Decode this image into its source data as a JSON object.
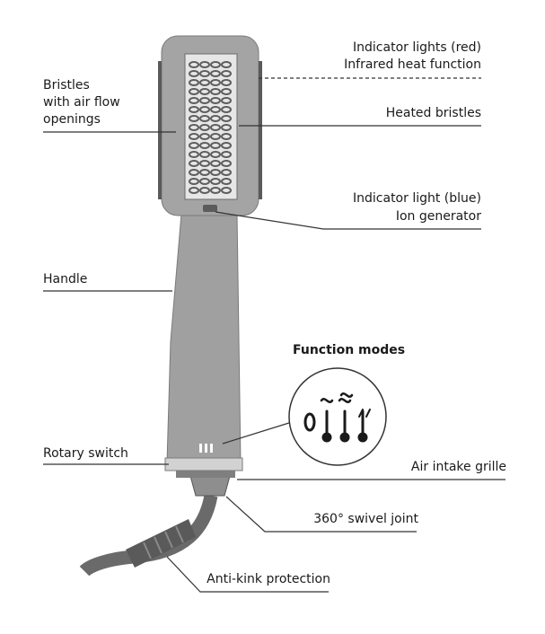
{
  "labels": {
    "indicator_red_1": "Indicator lights (red)",
    "indicator_red_2": "Infrared heat function",
    "bristles_1": "Bristles",
    "bristles_2": "with air flow",
    "bristles_3": "openings",
    "heated_bristles": "Heated bristles",
    "indicator_blue_1": "Indicator light (blue)",
    "indicator_blue_2": "Ion generator",
    "handle": "Handle",
    "function_modes": "Function modes",
    "rotary_switch": "Rotary switch",
    "air_intake_grille": "Air intake grille",
    "swivel_joint": "360° swivel joint",
    "anti_kink": "Anti-kink protection"
  },
  "colors": {
    "body": "#9d9d9d",
    "body_dark": "#7a7a7a",
    "bristle": "#5c5c5c",
    "cable": "#6a6a6a",
    "leader": "#333333"
  }
}
